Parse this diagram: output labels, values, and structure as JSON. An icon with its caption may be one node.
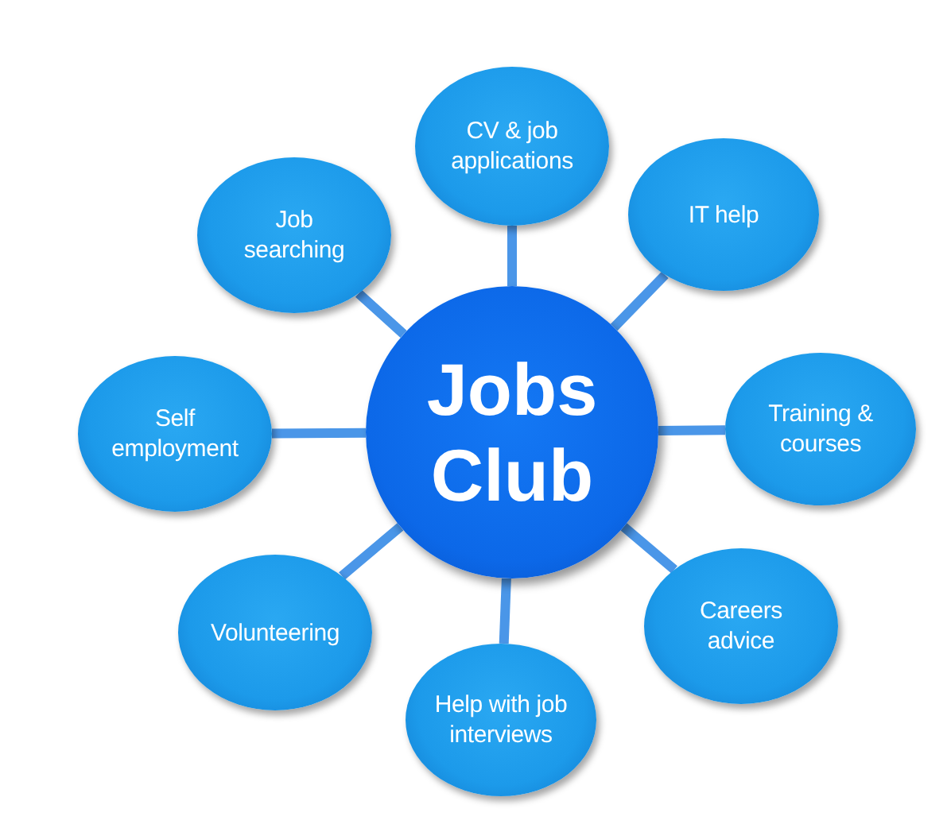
{
  "diagram": {
    "nodes": [
      {
        "text": [
          "Jobs Club"
        ]
      },
      {
        "text": [
          "CV & job applications"
        ]
      },
      {
        "text": [
          "IT help"
        ]
      },
      {
        "text": [
          "Training & courses"
        ]
      },
      {
        "text": [
          "Careers advice"
        ]
      },
      {
        "text": [
          "Help with job interviews"
        ]
      },
      {
        "text": [
          "Volunteering"
        ]
      },
      {
        "text": [
          "Self employment"
        ]
      },
      {
        "text": [
          "Job searching"
        ]
      }
    ],
    "edges": [
      {
        "from": 0,
        "to": 1,
        "arrow": "none"
      },
      {
        "from": 0,
        "to": 2,
        "arrow": "none"
      },
      {
        "from": 0,
        "to": 3,
        "arrow": "none"
      },
      {
        "from": 0,
        "to": 4,
        "arrow": "none"
      },
      {
        "from": 0,
        "to": 5,
        "arrow": "none"
      },
      {
        "from": 0,
        "to": 6,
        "arrow": "none"
      },
      {
        "from": 0,
        "to": 7,
        "arrow": "none"
      },
      {
        "from": 0,
        "to": 8,
        "arrow": "none"
      }
    ]
  }
}
